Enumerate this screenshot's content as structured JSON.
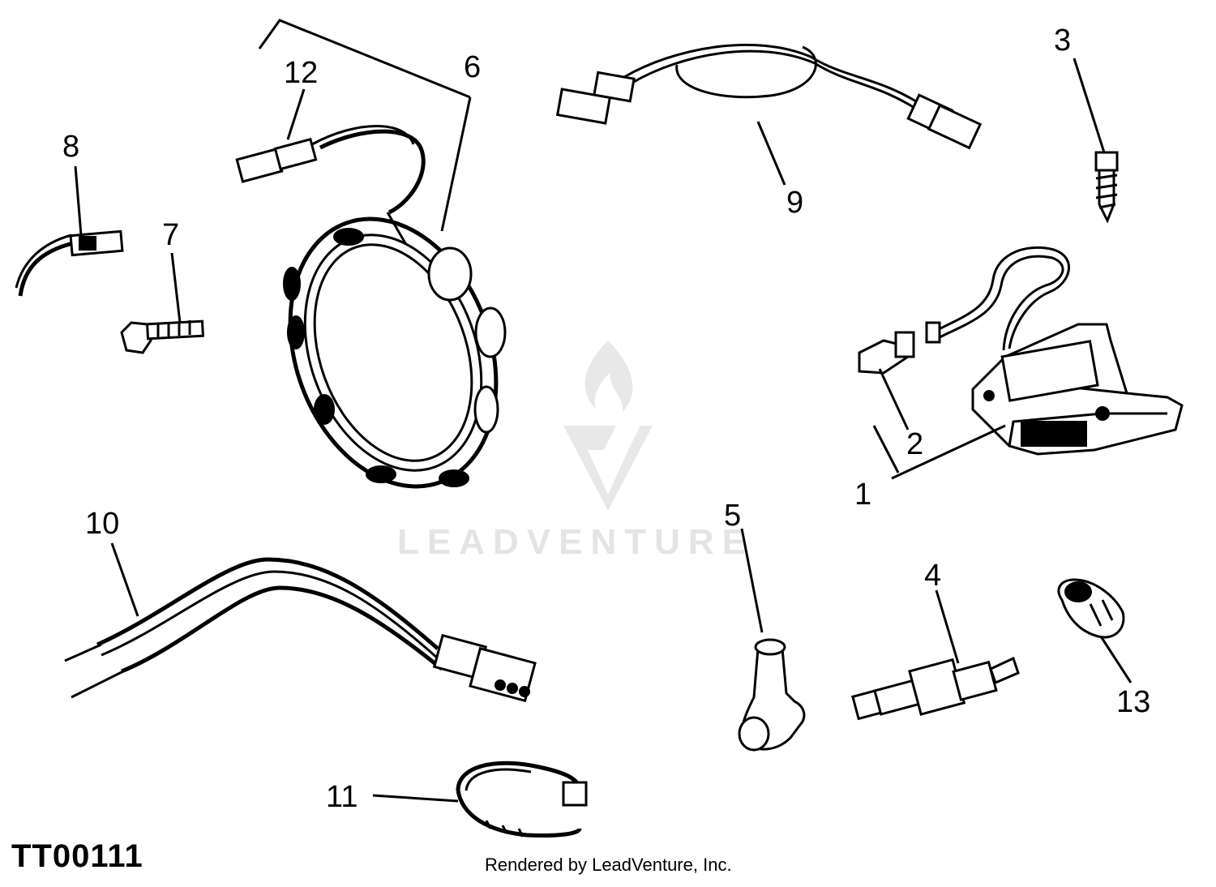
{
  "diagram": {
    "identifier": "TT00111",
    "footer": "Rendered by LeadVenture, Inc.",
    "watermark": "LEADVENTURE",
    "callouts": {
      "c1": "1",
      "c2": "2",
      "c3": "3",
      "c4": "4",
      "c5": "5",
      "c6": "6",
      "c7": "7",
      "c8": "8",
      "c9": "9",
      "c10": "10",
      "c11": "11",
      "c12": "12",
      "c13": "13"
    }
  }
}
